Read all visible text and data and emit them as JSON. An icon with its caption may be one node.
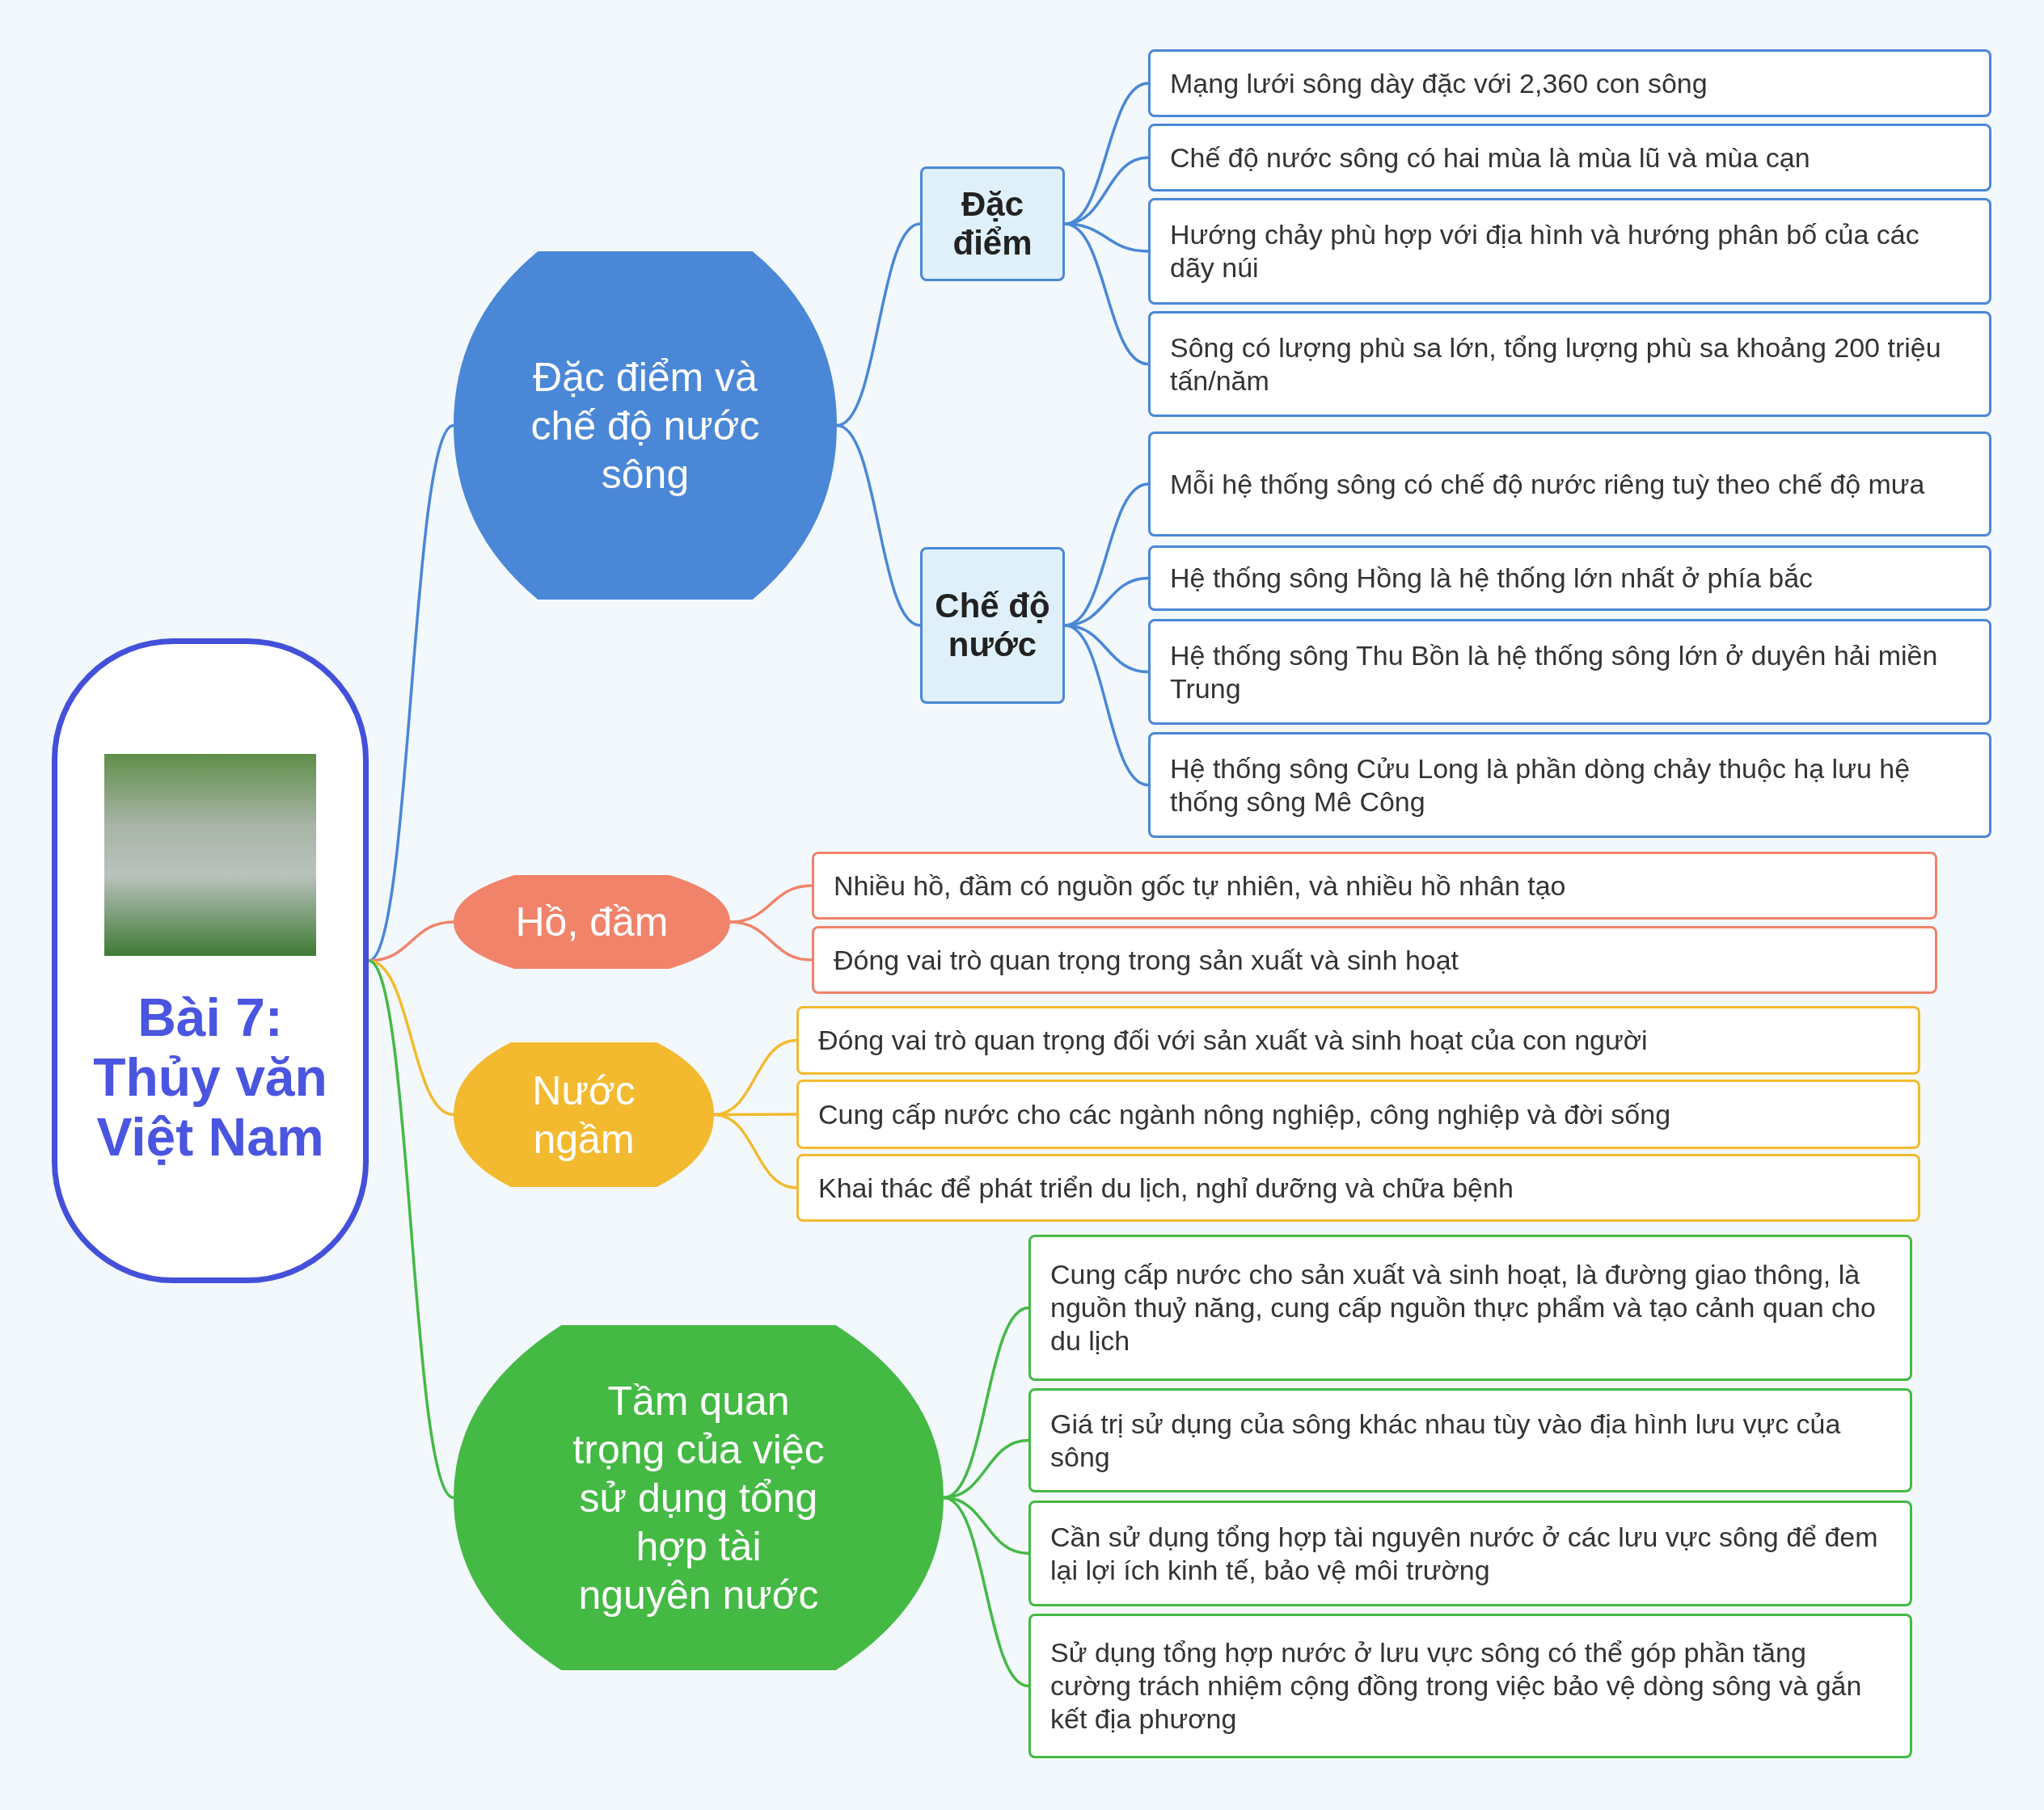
{
  "diagram": {
    "nodes": [
      {
        "text": [
          "Bài 7: Thủy văn Việt Nam"
        ]
      },
      {
        "text": [
          "Đặc điểm và chế độ nước sông"
        ]
      },
      {
        "text": [
          "Đặc điểm"
        ]
      },
      {
        "text": [
          "Mạng lưới sông dày đặc với 2,360 con sông"
        ]
      },
      {
        "text": [
          "Chế độ nước sông có hai mùa là mùa lũ và mùa cạn"
        ]
      },
      {
        "text": [
          "Hướng chảy phù hợp với địa hình và hướng phân bố của các dãy núi"
        ]
      },
      {
        "text": [
          "Sông có lượng phù sa lớn, tổng lượng phù sa khoảng 200 triệu tấn/năm"
        ]
      },
      {
        "text": [
          "Chế độ nước"
        ]
      },
      {
        "text": [
          "Mỗi hệ thống sông có chế độ nước riêng tuỳ theo chế độ mưa"
        ]
      },
      {
        "text": [
          "Hệ thống sông Hồng là hệ thống lớn nhất ở phía bắc"
        ]
      },
      {
        "text": [
          "Hệ thống sông Thu Bồn là hệ thống sông lớn ở duyên hải miền Trung"
        ]
      },
      {
        "text": [
          "Hệ thống sông Cửu Long là phần dòng chảy thuộc hạ lưu hệ thống sông Mê Công"
        ]
      },
      {
        "text": [
          "Hồ, đầm"
        ]
      },
      {
        "text": [
          "Nhiều hồ, đầm có nguồn gốc tự nhiên, và nhiều hồ nhân tạo"
        ]
      },
      {
        "text": [
          "Đóng vai trò quan trọng trong sản xuất và sinh hoạt"
        ]
      },
      {
        "text": [
          "Nước ngầm"
        ]
      },
      {
        "text": [
          "Đóng vai trò quan trọng đối với sản xuất và sinh hoạt của con người"
        ]
      },
      {
        "text": [
          "Cung cấp nước cho các ngành nông nghiệp, công nghiệp và đời sống"
        ]
      },
      {
        "text": [
          "Khai thác để phát triển du lịch, nghỉ dưỡng và chữa bệnh"
        ]
      },
      {
        "text": [
          "Tầm quan trọng của việc sử dụng tổng hợp tài nguyên nước"
        ]
      },
      {
        "text": [
          "Cung cấp nước cho sản xuất và sinh hoạt, là đường giao thông, là nguồn thuỷ năng, cung cấp nguồn thực phẩm và tạo cảnh quan cho du lịch"
        ]
      },
      {
        "text": [
          "Giá trị sử dụng của sông khác nhau tùy vào địa hình lưu vực của sông"
        ]
      },
      {
        "text": [
          "Cần sử dụng tổng hợp tài nguyên nước ở các lưu vực sông để đem lại lợi ích kinh tế, bảo vệ môi trường"
        ]
      },
      {
        "text": [
          "Sử dụng tổng hợp nước ở lưu vực sông có thể góp phần tăng cường trách nhiệm cộng đồng trong việc bảo vệ dòng sông và gắn kết địa phương"
        ]
      }
    ],
    "edges": [
      {
        "from": 0,
        "to": 1,
        "arrow": "none"
      },
      {
        "from": 1,
        "to": 2,
        "arrow": "none"
      },
      {
        "from": 2,
        "to": 3,
        "arrow": "none"
      },
      {
        "from": 2,
        "to": 4,
        "arrow": "none"
      },
      {
        "from": 2,
        "to": 5,
        "arrow": "none"
      },
      {
        "from": 2,
        "to": 6,
        "arrow": "none"
      },
      {
        "from": 1,
        "to": 7,
        "arrow": "none"
      },
      {
        "from": 7,
        "to": 8,
        "arrow": "none"
      },
      {
        "from": 7,
        "to": 9,
        "arrow": "none"
      },
      {
        "from": 7,
        "to": 10,
        "arrow": "none"
      },
      {
        "from": 7,
        "to": 11,
        "arrow": "none"
      },
      {
        "from": 0,
        "to": 12,
        "arrow": "none",
        "color": "#f0836a"
      },
      {
        "from": 12,
        "to": 13,
        "arrow": "none",
        "color": "#f0836a"
      },
      {
        "from": 12,
        "to": 14,
        "arrow": "none",
        "color": "#f0836a"
      },
      {
        "from": 0,
        "to": 15,
        "arrow": "none",
        "color": "#f3ba2f"
      },
      {
        "from": 15,
        "to": 16,
        "arrow": "none",
        "color": "#f3ba2f"
      },
      {
        "from": 15,
        "to": 17,
        "arrow": "none",
        "color": "#f3ba2f"
      },
      {
        "from": 15,
        "to": 18,
        "arrow": "none",
        "color": "#f3ba2f"
      },
      {
        "from": 0,
        "to": 19,
        "arrow": "none",
        "color": "#44b944"
      },
      {
        "from": 19,
        "to": 20,
        "arrow": "none",
        "color": "#44b944"
      },
      {
        "from": 19,
        "to": 21,
        "arrow": "none",
        "color": "#44b944"
      },
      {
        "from": 19,
        "to": 22,
        "arrow": "none",
        "color": "#44b944"
      },
      {
        "from": 19,
        "to": 23,
        "arrow": "none",
        "color": "#44b944"
      }
    ]
  }
}
